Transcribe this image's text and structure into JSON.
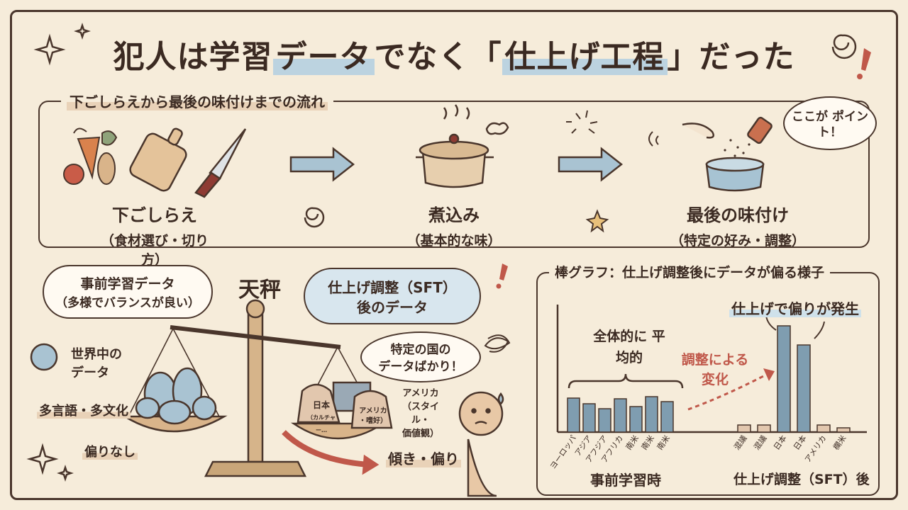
{
  "title": {
    "part1": "犯人は学習",
    "part2": "データ",
    "part3": "でなく「",
    "part4": "仕上げ工程",
    "part5": "」だった"
  },
  "process": {
    "section_label": "下ごしらえから最後の味付けまでの流れ",
    "steps": [
      {
        "main": "下ごしらえ",
        "sub": "（食材選び・切り方）"
      },
      {
        "main": "煮込み",
        "sub": "（基本的な味）"
      },
      {
        "main": "最後の味付け",
        "sub": "（特定の好み・調整）"
      }
    ],
    "point_bubble": "ここが ポイント！"
  },
  "balance": {
    "scale_label": "天秤",
    "left_bubble_line1": "事前学習データ",
    "left_bubble_line2": "（多様でバランスが良い）",
    "right_bubble_line1": "仕上げ調整（SFT）",
    "right_bubble_line2": "後のデータ",
    "thought_line1": "特定の国の",
    "thought_line2": "データばかり！",
    "world_line1": "世界中の",
    "world_line2": "データ",
    "multilingual": "多言語・多文化",
    "no_bias": "偏りなし",
    "japan_bag_line1": "日本",
    "japan_bag_line2": "（カルチャー…",
    "america_bag_line1": "アメリカ",
    "america_bag_line2": "・嗜好）",
    "america_line1": "アメリカ",
    "america_line2": "（スタイル・",
    "america_line3": "価値観）",
    "tilt": "傾き・偏り"
  },
  "chart_section_label": "棒グラフ：仕上げ調整後にデータが偏る様子",
  "chart_data": {
    "type": "bar",
    "groups": [
      {
        "label": "事前学習時",
        "annotation": "全体的に 平均的",
        "categories": [
          "ヨーロッパ",
          "アジア",
          "アフジア",
          "アフリカ",
          "南米",
          "南米",
          "南米"
        ],
        "values": [
          48,
          40,
          33,
          47,
          36,
          50,
          43
        ]
      },
      {
        "label": "仕上げ調整（SFT）後",
        "annotation": "仕上げで偏りが発生",
        "categories": [
          "混議",
          "混議",
          "日本",
          "日本",
          "アメリカ",
          "欄米"
        ],
        "values": [
          10,
          10,
          150,
          123,
          10,
          6
        ]
      }
    ],
    "arrow_label": "調整による 変化",
    "ylim": [
      0,
      160
    ],
    "colors": {
      "bar": "#7f9db0",
      "bar_small": "#e2c7ae"
    }
  },
  "colors": {
    "background": "#f6ecda",
    "ink": "#4a362c",
    "accent_blue": "#bcd3e0",
    "accent_red": "#c0584a"
  }
}
